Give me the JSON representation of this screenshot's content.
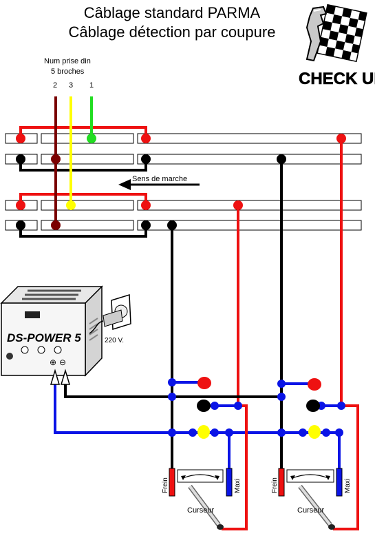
{
  "header": {
    "title_line1": "Câblage standard PARMA",
    "title_line2": "Câblage détection par coupure"
  },
  "logo": {
    "text": "CHECK UP",
    "icon": "racing-controller-flag-icon"
  },
  "din": {
    "caption_line1": "Num prise din",
    "caption_line2": "5 broches",
    "pin_a": "2",
    "pin_b": "3",
    "pin_c": "1"
  },
  "track": {
    "direction_label": "Sens de marche",
    "arrow_icon": "arrow-left-icon"
  },
  "power_supply": {
    "brand": "DS-POWER 5",
    "voltage": "220 V.",
    "plus_symbol": "⊕",
    "minus_symbol": "⊖",
    "plug_icon": "wall-plug-icon"
  },
  "controllers": [
    {
      "brake_label": "Frein",
      "max_label": "Maxi",
      "cursor_label": "Curseur"
    },
    {
      "brake_label": "Frein",
      "max_label": "Maxi",
      "cursor_label": "Curseur"
    }
  ],
  "colors": {
    "red": "#ee1111",
    "black": "#000000",
    "blue": "#0a14e6",
    "yellow": "#ffff00",
    "green": "#22dd22",
    "dark_red": "#7a0000"
  }
}
